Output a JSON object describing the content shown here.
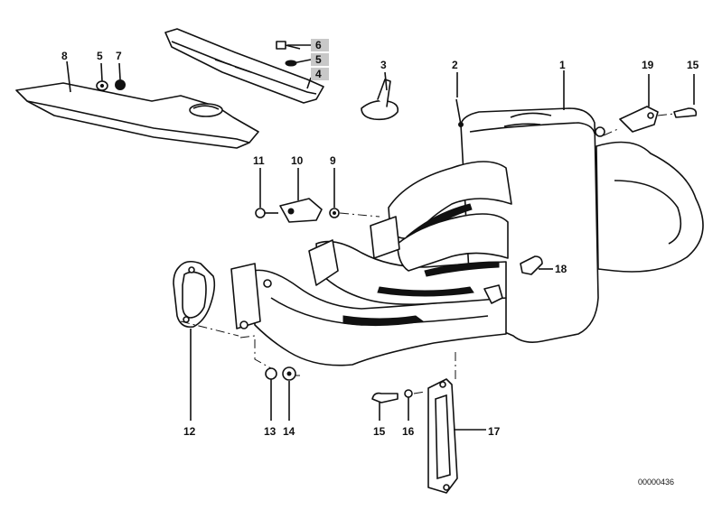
{
  "diagram": {
    "code": "00000436",
    "callouts": {
      "c1": "1",
      "c2": "2",
      "c3": "3",
      "c4": "4",
      "c5a": "5",
      "c5b": "5",
      "c6": "6",
      "c7": "7",
      "c8": "8",
      "c9": "9",
      "c10": "10",
      "c11": "11",
      "c12": "12",
      "c13": "13",
      "c14": "14",
      "c15a": "15",
      "c15b": "15",
      "c16": "16",
      "c17": "17",
      "c18": "18",
      "c19": "19"
    },
    "colors": {
      "line": "#111111",
      "highlight": "#c8c8c8",
      "background": "#ffffff"
    }
  }
}
